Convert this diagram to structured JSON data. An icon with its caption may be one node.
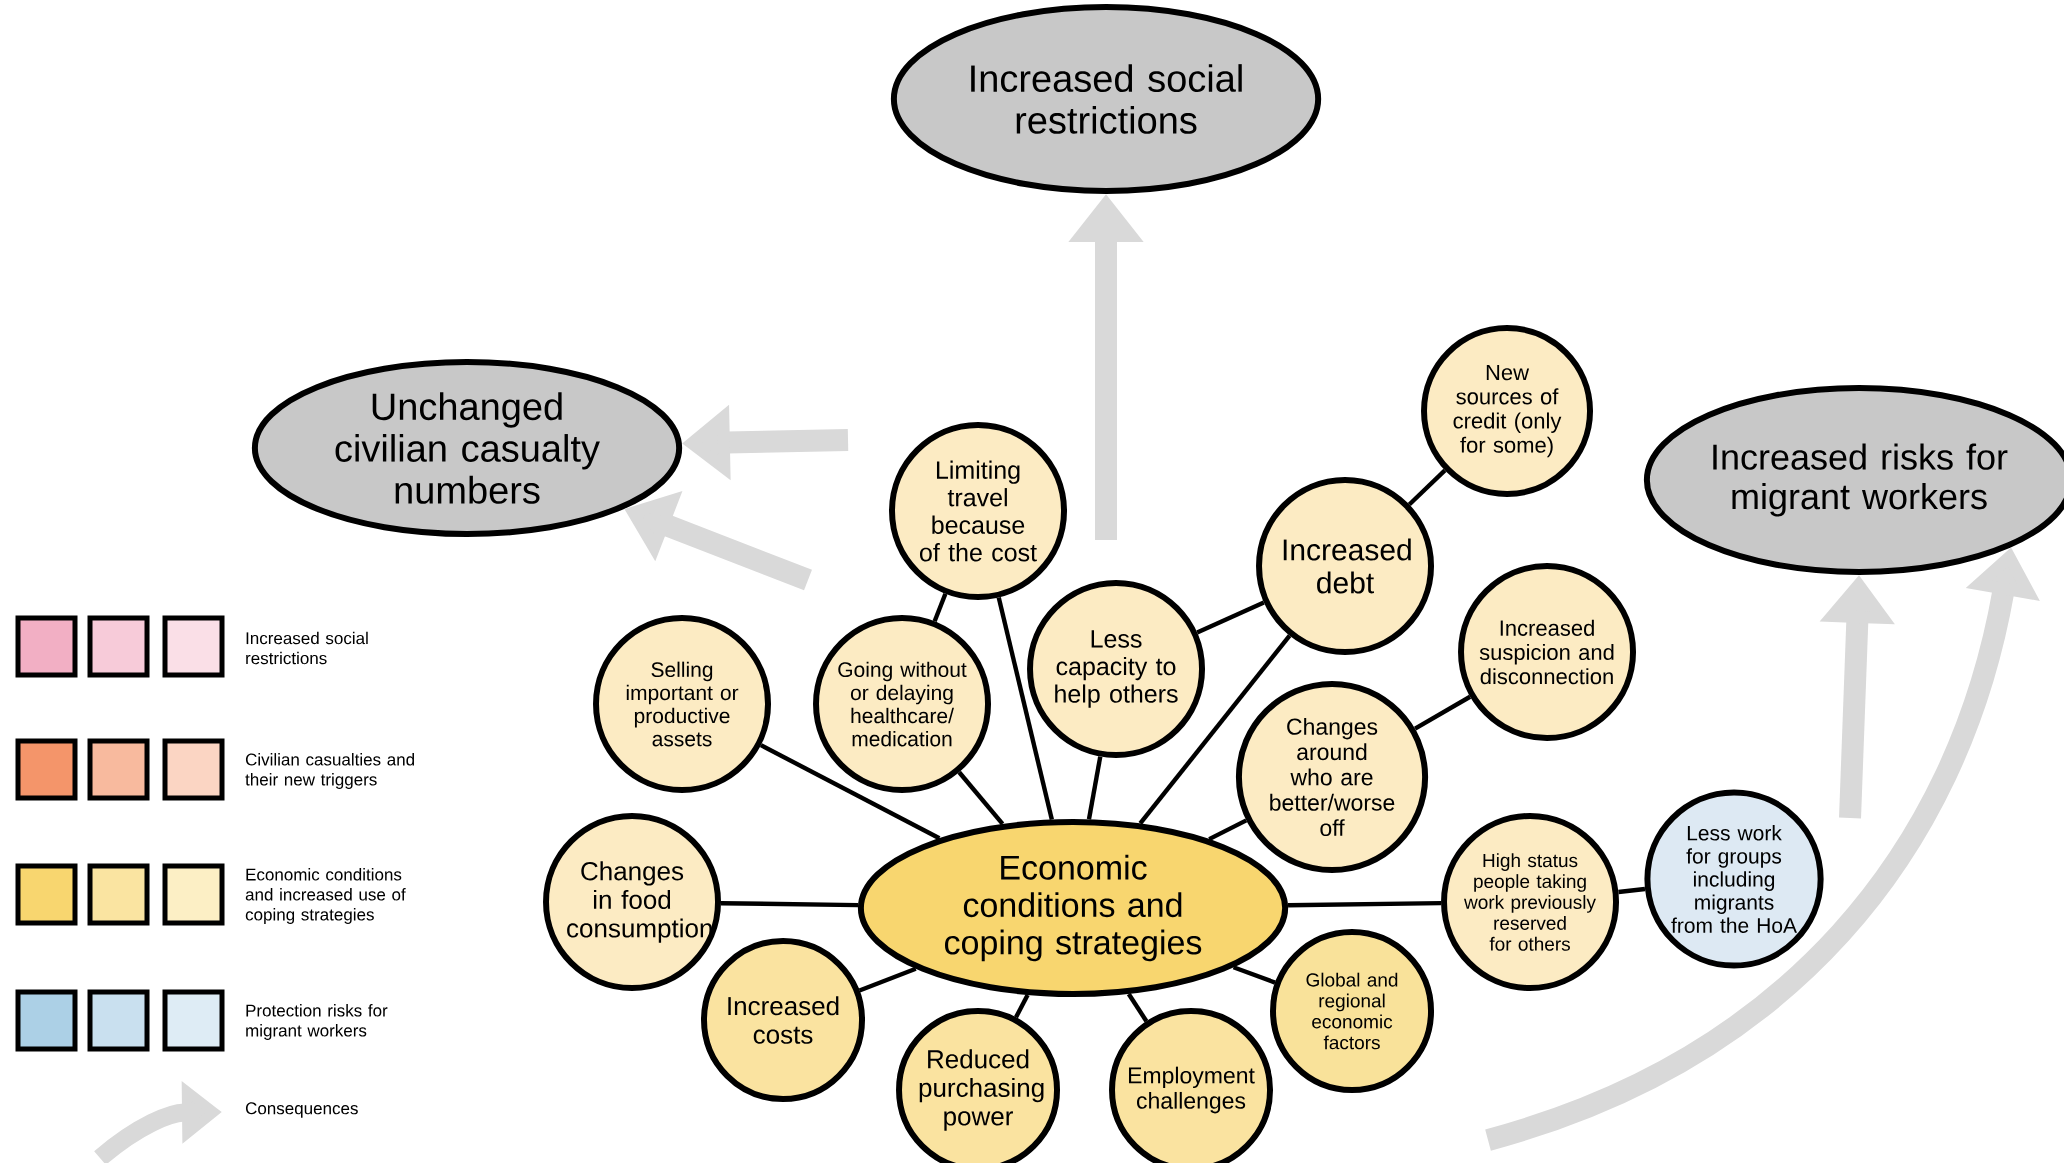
{
  "diagram": {
    "nodes": [
      {
        "text": [
          "Increased social restrictions"
        ]
      },
      {
        "text": [
          "Unchanged civilian casualty numbers"
        ]
      },
      {
        "text": [
          "Increased risks for migrant workers"
        ]
      },
      {
        "text": [
          "Economic conditions and coping strategies"
        ]
      },
      {
        "text": [
          "Limiting travel because of the cost"
        ]
      },
      {
        "text": [
          "New sources of credit (only for some)"
        ]
      },
      {
        "text": [
          "Increased debt"
        ]
      },
      {
        "text": [
          "Selling important or productive assets"
        ]
      },
      {
        "text": [
          "Going without or delaying healthcare/ medication"
        ]
      },
      {
        "text": [
          "Less capacity to help others"
        ]
      },
      {
        "text": [
          "Increased suspicion and disconnection"
        ]
      },
      {
        "text": [
          "Changes around who are better/worse off"
        ]
      },
      {
        "text": [
          "Changes in food consumption"
        ]
      },
      {
        "text": [
          "High status people taking work previously reserved for others"
        ]
      },
      {
        "text": [
          "Less work for groups including migrants from the HoA"
        ]
      },
      {
        "text": [
          "Increased costs"
        ]
      },
      {
        "text": [
          "Reduced purchasing power"
        ]
      },
      {
        "text": [
          "Employment challenges"
        ]
      },
      {
        "text": [
          "Global and regional economic factors"
        ]
      }
    ],
    "edges": [
      {
        "from": 3,
        "to": 7,
        "arrow": "none"
      },
      {
        "from": 3,
        "to": 8,
        "arrow": "none"
      },
      {
        "from": 3,
        "to": 4,
        "arrow": "none"
      },
      {
        "from": 8,
        "to": 4,
        "arrow": "none"
      },
      {
        "from": 3,
        "to": 9,
        "arrow": "none"
      },
      {
        "from": 9,
        "to": 6,
        "arrow": "none"
      },
      {
        "from": 3,
        "to": 6,
        "arrow": "none"
      },
      {
        "from": 6,
        "to": 5,
        "arrow": "none"
      },
      {
        "from": 3,
        "to": 11,
        "arrow": "none"
      },
      {
        "from": 11,
        "to": 10,
        "arrow": "none"
      },
      {
        "from": 3,
        "to": 12,
        "arrow": "none"
      },
      {
        "from": 3,
        "to": 13,
        "arrow": "none"
      },
      {
        "from": 13,
        "to": 14,
        "arrow": "none"
      },
      {
        "from": 3,
        "to": 15,
        "arrow": "none"
      },
      {
        "from": 3,
        "to": 16,
        "arrow": "none"
      },
      {
        "from": 3,
        "to": 17,
        "arrow": "none"
      },
      {
        "from": 3,
        "to": 18,
        "arrow": "none"
      },
      {
        "from": null,
        "to": 0,
        "arrow": "to",
        "style": "thick",
        "color": "#d9d9d9"
      },
      {
        "from": null,
        "to": 1,
        "arrow": "to",
        "style": "thick",
        "color": "#d9d9d9"
      },
      {
        "from": null,
        "to": 1,
        "arrow": "to",
        "style": "thick",
        "color": "#d9d9d9"
      },
      {
        "from": null,
        "to": 2,
        "arrow": "to",
        "style": "thick",
        "color": "#d9d9d9"
      },
      {
        "from": null,
        "to": 2,
        "arrow": "to",
        "style": "thick",
        "color": "#d9d9d9"
      }
    ],
    "legend": [
      {
        "text": "Increased social restrictions",
        "color": "#f2afc4"
      },
      {
        "text": "Civilian casualties and their new triggers",
        "color": "#f4956a"
      },
      {
        "text": "Economic conditions and increased use of coping strategies",
        "color": "#f8d66f"
      },
      {
        "text": "Protection risks for migrant workers",
        "color": "#acd0e6"
      },
      {
        "text": "Consequences"
      }
    ]
  }
}
